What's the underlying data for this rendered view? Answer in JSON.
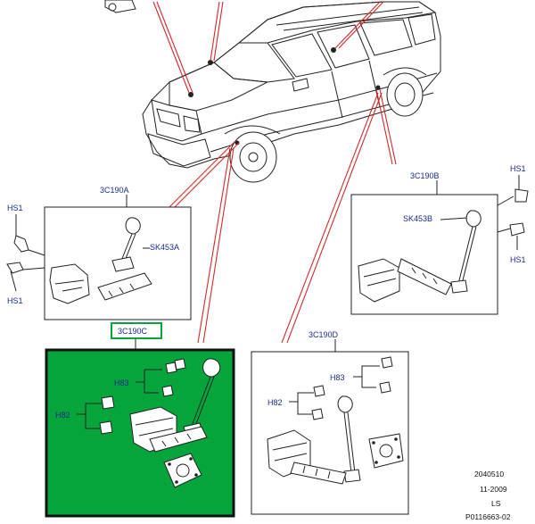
{
  "panels": {
    "a": {
      "code": "3C190A",
      "hs_top": "HS1",
      "hs_bottom": "HS1",
      "sk": "SK453A"
    },
    "b": {
      "code": "3C190B",
      "hs_top": "HS1",
      "hs_bottom": "HS1",
      "sk": "SK453B"
    },
    "c": {
      "code": "3C190C",
      "h_top": "H83",
      "h_mid": "H82"
    },
    "d": {
      "code": "3C190D",
      "h_top": "H83",
      "h_mid": "H82"
    }
  },
  "colors": {
    "highlight": "#06a53c",
    "callout": "#1a2a8c",
    "leader": "#d12a2a"
  },
  "reference": {
    "line1": "2040510",
    "line2": "11-2009",
    "line3": "LS",
    "line4": "P0116663-02"
  }
}
